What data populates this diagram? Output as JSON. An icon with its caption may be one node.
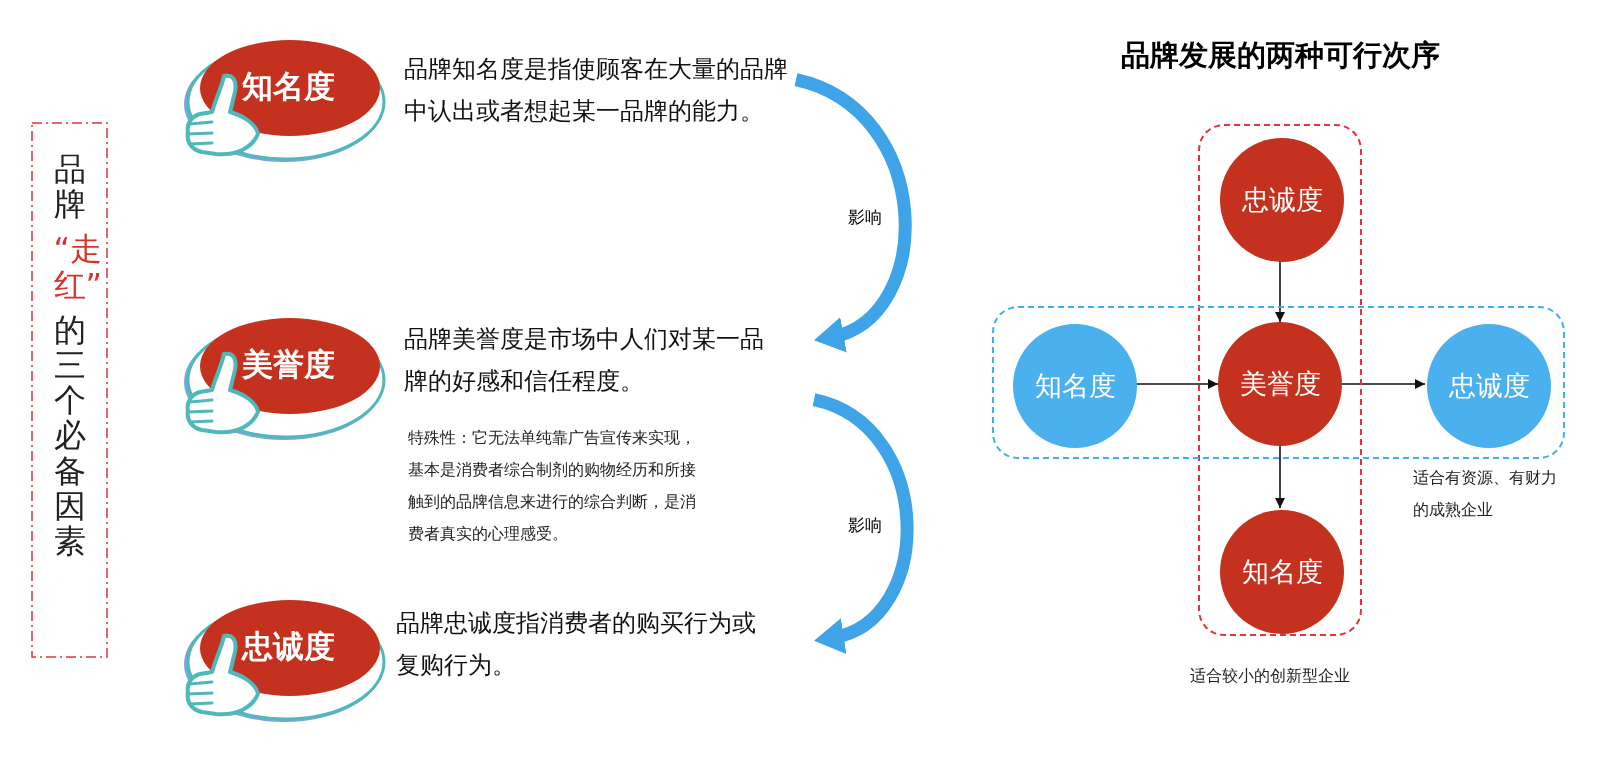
{
  "diagram": {
    "title": "品牌发展的两种可行次序",
    "nodes": [
      {
        "text": [
          "品牌",
          "“走红”",
          "的三个必备因素"
        ]
      },
      {
        "text": [
          "知名度"
        ]
      },
      {
        "text": [
          "品牌知名度是指使顾客在大量的品牌中认出或者想起某一品牌的能力。"
        ]
      },
      {
        "text": [
          "美誉度"
        ]
      },
      {
        "text": [
          "品牌美誉度是市场中人们对某一品牌的好感和信任程度。"
        ],
        "beside": [
          "特殊性：它无法单纯靠广告宣传来实现，基本是消费者综合制剂的购物经历和所接触到的品牌信息来进行的综合判断，是消费者真实的心理感受。"
        ]
      },
      {
        "text": [
          "忠诚度"
        ]
      },
      {
        "text": [
          "品牌忠诚度指消费者的购买行为或复购行为。"
        ]
      },
      {
        "text": [],
        "shape": "box"
      },
      {
        "text": [],
        "shape": "box"
      },
      {
        "text": [
          "忠诚度"
        ],
        "in": 7
      },
      {
        "text": [
          "知名度"
        ],
        "in": 8
      },
      {
        "text": [
          "美誉度"
        ]
      },
      {
        "text": [
          "忠诚度"
        ],
        "in": 8
      },
      {
        "text": [
          "知名度"
        ],
        "in": 7
      }
    ],
    "edges": [
      {
        "from": 2,
        "to": 4,
        "arrow": "to",
        "label": "影响",
        "style": "thick",
        "color": "#3fa3e8"
      },
      {
        "from": 4,
        "to": 6,
        "arrow": "to",
        "label": "影响",
        "style": "thick",
        "color": "#3fa3e8"
      },
      {
        "from": 9,
        "to": 11,
        "arrow": "to"
      },
      {
        "from": 10,
        "to": 11,
        "arrow": "to"
      },
      {
        "from": 11,
        "to": 12,
        "arrow": "to"
      },
      {
        "from": 11,
        "to": 13,
        "arrow": "to"
      }
    ],
    "labels": [
      "适合有资源、有财力的成熟企业",
      "适合较小的创新型企业"
    ]
  }
}
